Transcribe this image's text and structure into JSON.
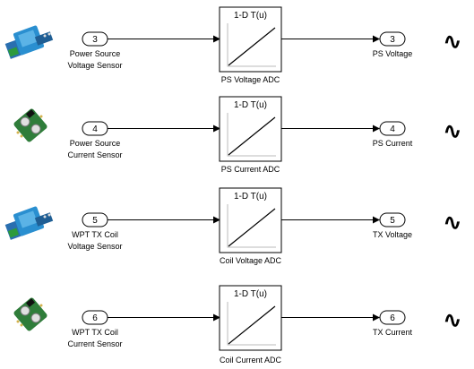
{
  "rows": [
    {
      "sensor_icon": "voltage-sensor-module-icon",
      "in_port": "3",
      "in_label_1": "Power Source",
      "in_label_2": "Voltage Sensor",
      "block_title": "1-D T(u)",
      "block_name": "PS Voltage ADC",
      "out_port": "3",
      "out_label": "PS Voltage",
      "wave_glyph": "∿"
    },
    {
      "sensor_icon": "current-sensor-board-icon",
      "in_port": "4",
      "in_label_1": "Power Source",
      "in_label_2": "Current Sensor",
      "block_title": "1-D T(u)",
      "block_name": "PS Current ADC",
      "out_port": "4",
      "out_label": "PS Current",
      "wave_glyph": "∿"
    },
    {
      "sensor_icon": "voltage-sensor-module-icon",
      "in_port": "5",
      "in_label_1": "WPT TX Coil",
      "in_label_2": "Voltage Sensor",
      "block_title": "1-D T(u)",
      "block_name": "Coil Voltage ADC",
      "out_port": "5",
      "out_label": "TX Voltage",
      "wave_glyph": "∿"
    },
    {
      "sensor_icon": "current-sensor-board-icon",
      "in_port": "6",
      "in_label_1": "WPT TX Coil",
      "in_label_2": "Current Sensor",
      "block_title": "1-D T(u)",
      "block_name": "Coil Current ADC",
      "out_port": "6",
      "out_label": "TX Current",
      "wave_glyph": "∿"
    }
  ],
  "colors": {
    "line": "#000000",
    "voltage_module_blue": "#2a8fd0",
    "current_board_green": "#2f7d3a"
  }
}
